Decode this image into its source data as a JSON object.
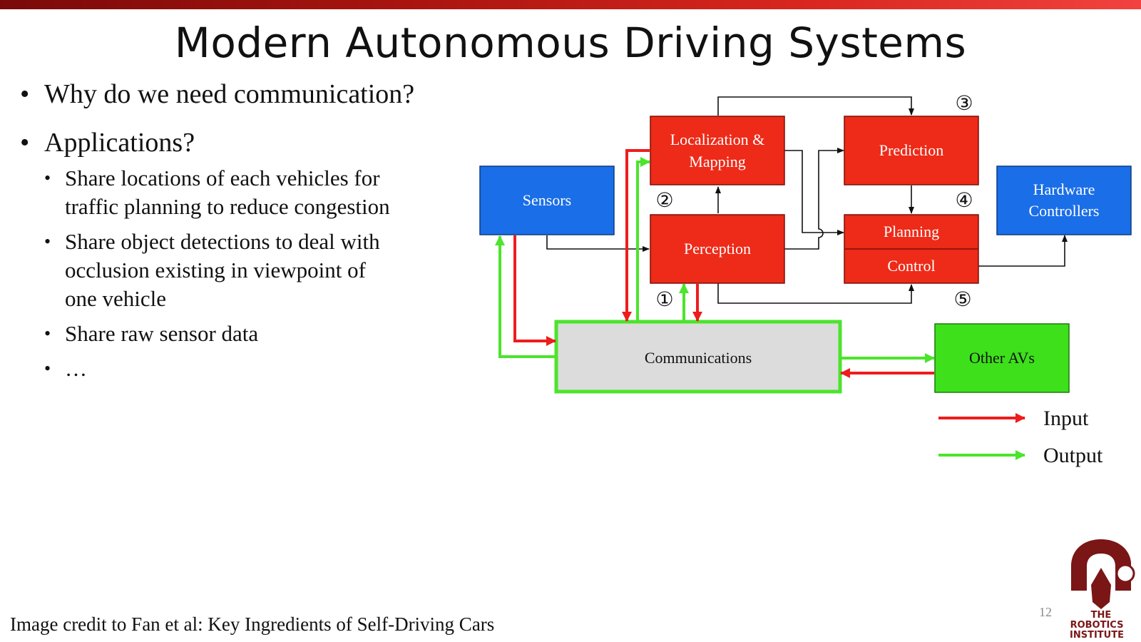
{
  "title": "Modern Autonomous Driving Systems",
  "bullets": [
    "Why do we need communication?",
    "Applications?"
  ],
  "sub_bullets": [
    [
      "Share locations of each vehicles for",
      "traffic planning to reduce congestion"
    ],
    [
      "Share object detections to deal with",
      "occlusion existing in viewpoint of",
      "one vehicle"
    ],
    [
      "Share raw sensor data"
    ],
    [
      "…"
    ]
  ],
  "diagram": {
    "sensors": "Sensors",
    "localization": [
      "Localization &",
      "Mapping"
    ],
    "perception": "Perception",
    "prediction": "Prediction",
    "planning": "Planning",
    "control": "Control",
    "hardware": [
      "Hardware",
      "Controllers"
    ],
    "communications": "Communications",
    "other_avs": "Other AVs",
    "markers": [
      "①",
      "②",
      "③",
      "④",
      "⑤"
    ],
    "legend_input": "Input",
    "legend_output": "Output",
    "colors": {
      "red_box": "#ee2a18",
      "blue_box": "#1a6ee8",
      "green_box": "#3ee01c",
      "comm_fill": "#dcdcdc",
      "input_arrow": "#ee1c1c",
      "output_arrow": "#4ce42c"
    }
  },
  "credit": "Image credit to Fan et al: Key Ingredients of Self-Driving Cars",
  "page_number": "12",
  "logo": {
    "line1": "THE",
    "line2": "ROBOTICS",
    "line3": "INSTITUTE"
  }
}
